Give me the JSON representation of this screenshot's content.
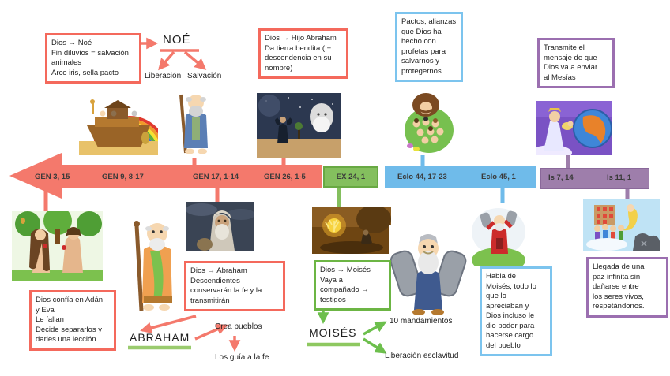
{
  "timeline": {
    "gen_labels": [
      "GEN 3, 15",
      "GEN 9, 8-17",
      "GEN 17, 1-14",
      "GEN 26, 1-5"
    ],
    "ex_label": "EX 24, 1",
    "eclo_labels": [
      "Eclo 44, 17-23",
      "Eclo 45, 1"
    ],
    "is_labels": [
      "Is 7, 14",
      "Is 11, 1"
    ]
  },
  "colors": {
    "era_genesis": "#f4796c",
    "era_exodo": "#84bf5e",
    "era_eclo": "#6fbbea",
    "era_isaias": "#9e7eab"
  },
  "noah": {
    "covenant_box": "Dios → Noé\nFin diluvios = salvación\nanimales\nArco iris, sella pacto",
    "title": "NOÉ",
    "branch_left": "Liberación",
    "branch_right": "Salvación"
  },
  "abraham": {
    "promise_box": "Dios → Hijo Abraham\nDa tierra bendita ( +\ndescendencia en su\nnombre)",
    "adan_eva_box": "Dios confía en Adán\ny Eva\nLe fallan\nDecide separarlos y\ndarles una lección",
    "descendants_box": "Dios → Abraham\nDescendientes\nconservarán la fe y la\ntransmitirán",
    "title": "ABRAHAM",
    "crea_pueblos": "Crea pueblos",
    "guia_fe": "Los guía a la fe"
  },
  "moises": {
    "witnesses_box": "Dios → Moisés\nVaya a\ncompañado →\ntestigos",
    "title": "MOISÉS",
    "mandamientos": "10 mandamientos",
    "esclavitud": "Liberación esclavitud",
    "habla_box": "Habla de\nMoisés, todo lo\nque lo\napreciaban y\nDios incluso le\ndio poder para\nhacerse cargo\ndel pueblo"
  },
  "mesias": {
    "pactos_box": "Pactos, alianzas\nque Dios ha\nhecho con\nprofetas para\nsalvarnos y\nprotegernos",
    "transmite_box": "Transmite el\nmensaje de que\nDios va a enviar\nal Mesías",
    "paz_box": "Llegada de una\npaz infinita sin\ndañarse entre\nlos seres vivos,\nrespetándonos."
  },
  "illustrations": {
    "noah_ark": "Arca de Noé con arcoíris",
    "noah_staff": "Noé con bastón",
    "abraham_god": "Abraham hablando con Dios en la noche",
    "crowd_hug": "Dios abrazando a su pueblo",
    "angel_globe": "Ángel enviando al Mesías a la Tierra",
    "adan_eva": "Adán y Eva",
    "abraham_cartoon": "Abraham con bastón",
    "abraham_painting": "Retrato de Abraham",
    "burning_bush": "Moisés y la zarza ardiente",
    "moses_tablets": "Moisés con las tablas",
    "moses_mount": "Moisés en el monte con las tablas",
    "crowd_angel": "Pueblo con ángel"
  }
}
